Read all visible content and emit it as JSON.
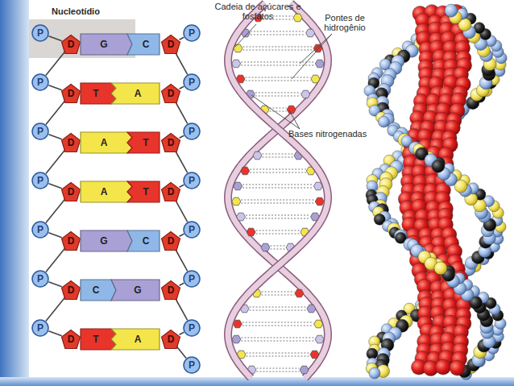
{
  "diagram": {
    "nodes": [
      {
        "text": [
          "P"
        ]
      },
      {
        "text": [
          "P"
        ]
      },
      {
        "text": [
          "D"
        ]
      },
      {
        "text": [
          "G"
        ]
      },
      {
        "text": [
          "C"
        ]
      },
      {
        "text": [
          "D"
        ]
      },
      {
        "text": [
          "P"
        ]
      },
      {
        "text": [
          "P"
        ]
      },
      {
        "text": [
          "D"
        ]
      },
      {
        "text": [
          "T"
        ]
      },
      {
        "text": [
          "A"
        ]
      },
      {
        "text": [
          "D"
        ]
      },
      {
        "text": [
          "P"
        ]
      },
      {
        "text": [
          "P"
        ]
      },
      {
        "text": [
          "D"
        ]
      },
      {
        "text": [
          "A"
        ]
      },
      {
        "text": [
          "T"
        ]
      },
      {
        "text": [
          "D"
        ]
      },
      {
        "text": [
          "P"
        ]
      },
      {
        "text": [
          "P"
        ]
      },
      {
        "text": [
          "D"
        ]
      },
      {
        "text": [
          "A"
        ]
      },
      {
        "text": [
          "T"
        ]
      },
      {
        "text": [
          "D"
        ]
      },
      {
        "text": [
          "P"
        ]
      },
      {
        "text": [
          "P"
        ]
      },
      {
        "text": [
          "D"
        ]
      },
      {
        "text": [
          "G"
        ]
      },
      {
        "text": [
          "C"
        ]
      },
      {
        "text": [
          "D"
        ]
      },
      {
        "text": [
          "P"
        ]
      },
      {
        "text": [
          "P"
        ]
      },
      {
        "text": [
          "D"
        ]
      },
      {
        "text": [
          "C"
        ]
      },
      {
        "text": [
          "G"
        ]
      },
      {
        "text": [
          "D"
        ]
      },
      {
        "text": [
          "P"
        ]
      },
      {
        "text": [
          "P"
        ]
      },
      {
        "text": [
          "D"
        ]
      },
      {
        "text": [
          "T"
        ]
      },
      {
        "text": [
          "A"
        ]
      },
      {
        "text": [
          "D"
        ]
      },
      {
        "text": [
          "P"
        ]
      }
    ],
    "edges": [
      {
        "from": 0,
        "to": 2,
        "arrow": "none"
      },
      {
        "from": 2,
        "to": 6,
        "arrow": "none"
      },
      {
        "from": 6,
        "to": 8,
        "arrow": "none"
      },
      {
        "from": 8,
        "to": 12,
        "arrow": "none"
      },
      {
        "from": 12,
        "to": 14,
        "arrow": "none"
      },
      {
        "from": 14,
        "to": 18,
        "arrow": "none"
      },
      {
        "from": 18,
        "to": 20,
        "arrow": "none"
      },
      {
        "from": 20,
        "to": 24,
        "arrow": "none"
      },
      {
        "from": 24,
        "to": 26,
        "arrow": "none"
      },
      {
        "from": 26,
        "to": 30,
        "arrow": "none"
      },
      {
        "from": 30,
        "to": 32,
        "arrow": "none"
      },
      {
        "from": 32,
        "to": 36,
        "arrow": "none"
      },
      {
        "from": 36,
        "to": 38,
        "arrow": "none"
      },
      {
        "from": 1,
        "to": 5,
        "arrow": "none"
      },
      {
        "from": 5,
        "to": 7,
        "arrow": "none"
      },
      {
        "from": 7,
        "to": 11,
        "arrow": "none"
      },
      {
        "from": 11,
        "to": 13,
        "arrow": "none"
      },
      {
        "from": 13,
        "to": 17,
        "arrow": "none"
      },
      {
        "from": 17,
        "to": 19,
        "arrow": "none"
      },
      {
        "from": 19,
        "to": 23,
        "arrow": "none"
      },
      {
        "from": 23,
        "to": 25,
        "arrow": "none"
      },
      {
        "from": 25,
        "to": 29,
        "arrow": "none"
      },
      {
        "from": 29,
        "to": 31,
        "arrow": "none"
      },
      {
        "from": 31,
        "to": 35,
        "arrow": "none"
      },
      {
        "from": 35,
        "to": 37,
        "arrow": "none"
      },
      {
        "from": 37,
        "to": 41,
        "arrow": "none"
      },
      {
        "from": 41,
        "to": 42,
        "arrow": "none"
      }
    ],
    "labels": [
      "Nucleotídio",
      "Cadeia de açúcares e fosfatos",
      "Pontes de hidrogênio",
      "Bases nitrogenadas"
    ]
  }
}
